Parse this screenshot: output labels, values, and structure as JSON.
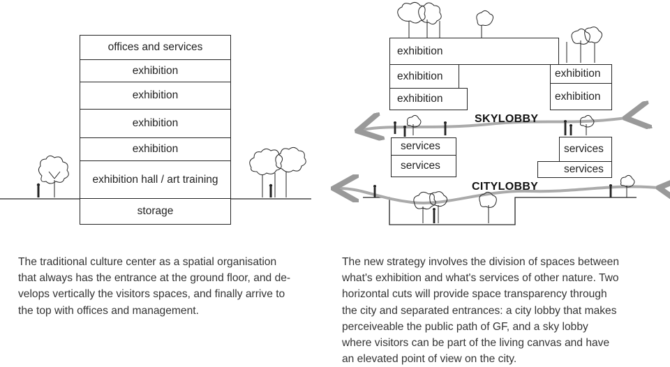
{
  "left_diagram": {
    "floors": [
      "offices and services",
      "exhibition",
      "exhibition",
      "exhibition",
      "exhibition",
      "exhibition hall / art training",
      "storage"
    ]
  },
  "right_diagram": {
    "upper_block": [
      "exhibition",
      "exhibition",
      "exhibition"
    ],
    "right_block": [
      "exhibition",
      "exhibition"
    ],
    "skylobby_label": "SKYLOBBY",
    "citylobby_label": "CITYLOBBY",
    "left_services": [
      "services",
      "services"
    ],
    "right_services": [
      "services",
      "services"
    ]
  },
  "captions": {
    "left": "The traditional culture center as a spatial organisation\nthat always has the entrance at the ground floor, and de-\nvelops vertically the visitors spaces, and finally arrive to\nthe top with offices and management.",
    "right": "The new strategy involves the division of spaces between\nwhat's exhibition and what's services of other nature. Two\nhorizontal cuts will provide space transparency through\nthe city and separated entrances: a city lobby that makes\nperceiveable the public path of GF, and a sky lobby\nwhere visitors can be part of the living canvas and have\nan elevated point of view on the city."
  }
}
